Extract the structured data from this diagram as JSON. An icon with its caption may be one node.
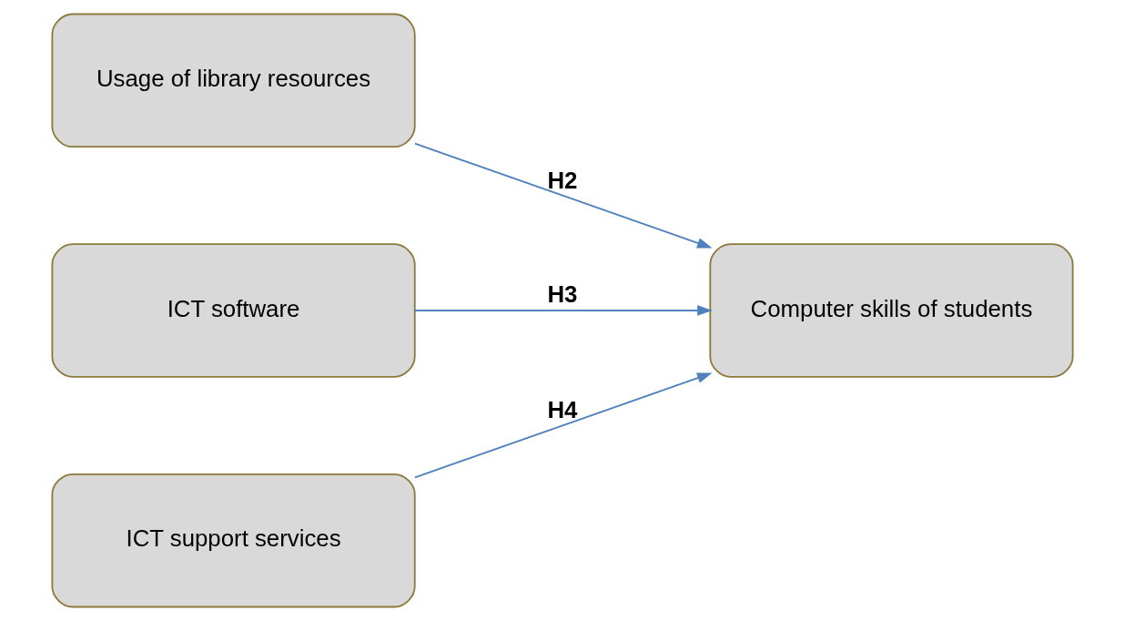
{
  "diagram": {
    "nodes": [
      {
        "text": [
          "Usage of library resources"
        ]
      },
      {
        "text": [
          "ICT software"
        ]
      },
      {
        "text": [
          "ICT support services"
        ]
      },
      {
        "text": [
          "Computer skills of students"
        ]
      }
    ],
    "edges": [
      {
        "from": 0,
        "to": 3,
        "arrow": "to",
        "label": "H2"
      },
      {
        "from": 1,
        "to": 3,
        "arrow": "to",
        "label": "H3"
      },
      {
        "from": 2,
        "to": 3,
        "arrow": "to",
        "label": "H4"
      }
    ]
  }
}
